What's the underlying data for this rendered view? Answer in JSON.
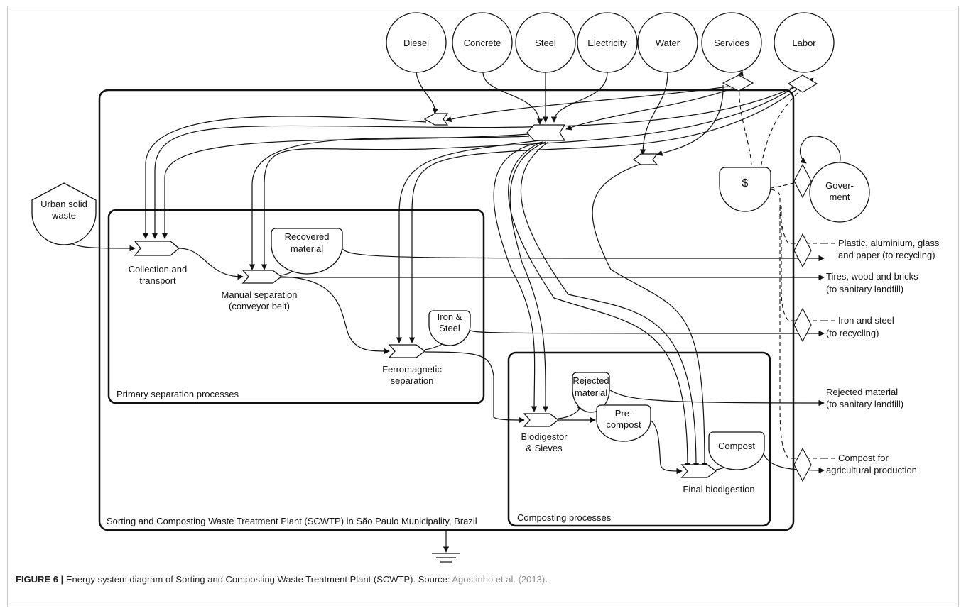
{
  "sources": {
    "diesel": "Diesel",
    "concrete": "Concrete",
    "steel": "Steel",
    "electricity": "Electricity",
    "water": "Water",
    "services": "Services",
    "labor": "Labor",
    "urban_waste": [
      "Urban solid",
      "waste"
    ],
    "government": [
      "Gover-",
      "ment"
    ]
  },
  "storages": {
    "money": "$",
    "recovered": [
      "Recovered",
      "material"
    ],
    "iron_steel": [
      "Iron &",
      "Steel"
    ],
    "rejected": [
      "Rejected",
      "material"
    ],
    "precompost": [
      "Pre-",
      "compost"
    ],
    "compost": "Compost"
  },
  "processes": {
    "collection": [
      "Collection and",
      "transport"
    ],
    "manual": [
      "Manual separation",
      "(conveyor belt)"
    ],
    "ferro": [
      "Ferromagnetic",
      "separation"
    ],
    "biodigestor": [
      "Biodigestor",
      "& Sieves"
    ],
    "final": "Final biodigestion"
  },
  "boxes": {
    "primary": "Primary separation processes",
    "composting": "Composting processes",
    "system": "Sorting and Composting Waste Treatment Plant (SCWTP) in São Paulo Municipality, Brazil"
  },
  "outputs": {
    "recycling1": [
      "Plastic, aluminium, glass",
      "and paper (to recycling)"
    ],
    "landfill1": [
      "Tires, wood and bricks",
      "(to sanitary landfill)"
    ],
    "recycling2": [
      "Iron and steel",
      "(to recycling)"
    ],
    "landfill2": [
      "Rejected material",
      "(to sanitary landfill)"
    ],
    "compost_out": [
      "Compost for",
      "agricultural production"
    ]
  },
  "caption": {
    "figure_label": "FIGURE 6 |",
    "text": " Energy system diagram of Sorting and Composting Waste Treatment Plant (SCWTP). Source: ",
    "source": "Agostinho et al. (2013)",
    "end": "."
  }
}
